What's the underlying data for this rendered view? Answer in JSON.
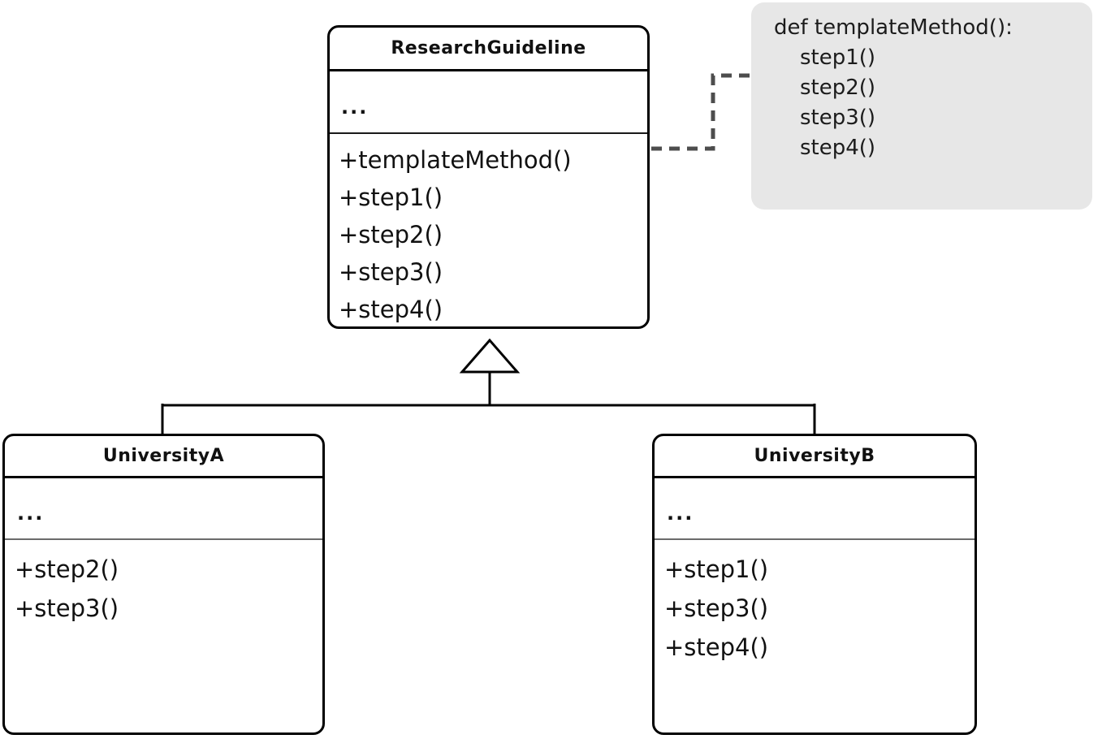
{
  "colors": {
    "background": "#ffffff",
    "box_border": "#000000",
    "box_fill": "#ffffff",
    "note_background": "#e7e7e7",
    "dashed_connector": "#4d4d4d",
    "inheritance_line": "#000000",
    "divider_gray": "#6b6b6b",
    "text": "#111111"
  },
  "parent_class": {
    "name": "ResearchGuideline",
    "attributes_placeholder": "...",
    "methods": [
      "+templateMethod()",
      "+step1()",
      "+step2()",
      "+step3()",
      "+step4()"
    ]
  },
  "note": {
    "lines": [
      "def templateMethod():",
      "step1()",
      "step2()",
      "step3()",
      "step4()"
    ]
  },
  "child_classes": [
    {
      "name": "UniversityA",
      "attributes_placeholder": "...",
      "methods": [
        "+step2()",
        "+step3()"
      ]
    },
    {
      "name": "UniversityB",
      "attributes_placeholder": "...",
      "methods": [
        "+step1()",
        "+step3()",
        "+step4()"
      ]
    }
  ]
}
